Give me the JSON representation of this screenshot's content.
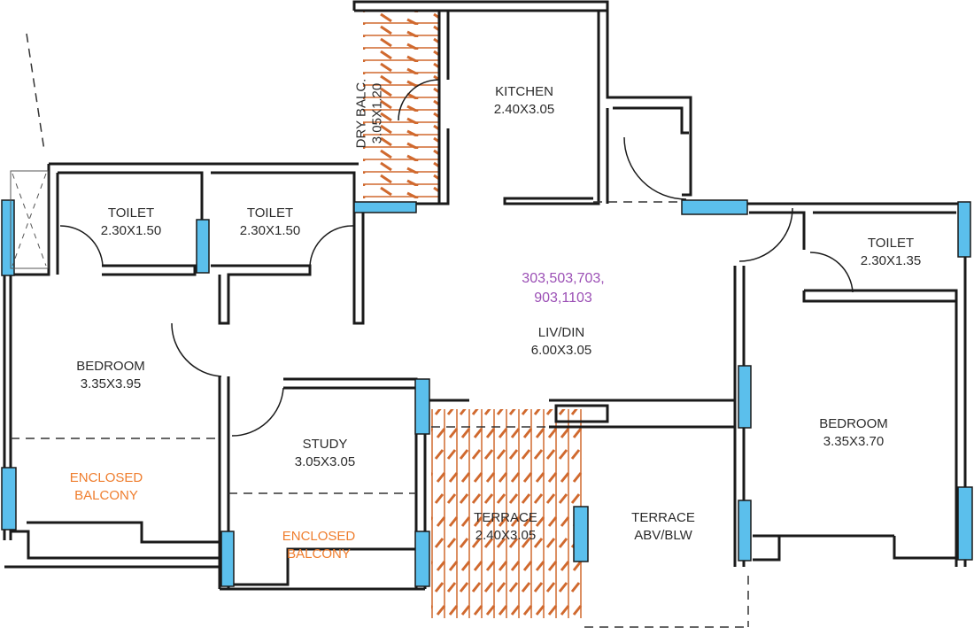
{
  "plan": {
    "title": "Apartment Floor Plan",
    "unit_numbers": [
      "303,503,703,",
      "903,1103"
    ],
    "colors": {
      "wall": "#1a1a1a",
      "window": "#5bbfec",
      "hatch": "#d0692e",
      "balcony_text": "#ef7d2d",
      "unit_text": "#9b4fb5",
      "label_text": "#2b2b2b"
    }
  },
  "rooms": {
    "kitchen": {
      "name": "KITCHEN",
      "dim": "2.40X3.05"
    },
    "dry_balcony": {
      "name": "DRY BALC.",
      "dim": "3.05X1.20"
    },
    "toilet1": {
      "name": "TOILET",
      "dim": "2.30X1.50"
    },
    "toilet2": {
      "name": "TOILET",
      "dim": "2.30X1.50"
    },
    "toilet3": {
      "name": "TOILET",
      "dim": "2.30X1.35"
    },
    "living": {
      "name": "LIV/DIN",
      "dim": "6.00X3.05"
    },
    "bedroom1": {
      "name": "BEDROOM",
      "dim": "3.35X3.95"
    },
    "bedroom2": {
      "name": "BEDROOM",
      "dim": "3.35X3.70"
    },
    "study": {
      "name": "STUDY",
      "dim": "3.05X3.05"
    },
    "enclosed_balcony1": {
      "name": "ENCLOSED",
      "dim": "BALCONY"
    },
    "enclosed_balcony2": {
      "name": "ENCLOSED",
      "dim": "BALCONY"
    },
    "terrace": {
      "name": "TERRACE",
      "dim": "2.40X3.05"
    },
    "terrace_abv": {
      "name": "TERRACE",
      "dim": "ABV/BLW"
    }
  }
}
